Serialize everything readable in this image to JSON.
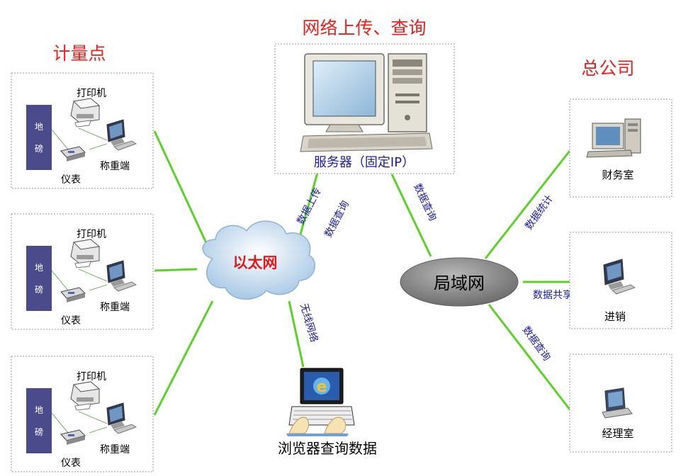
{
  "headings": {
    "metering_points": "计量点",
    "network_upload_query": "网络上传、查询",
    "head_office": "总公司"
  },
  "server": {
    "label": "服务器（固定IP）"
  },
  "weigh_station": {
    "printer": "打印机",
    "scale_char_1": "地",
    "scale_char_2": "磅",
    "meter": "仪表",
    "weigh_terminal": "称重端"
  },
  "networks": {
    "ethernet": "以太网",
    "lan": "局域网"
  },
  "links": {
    "data_upload": "数据上传",
    "data_query_ethernet": "数据查询",
    "data_query_server": "数据查询",
    "wireless_network": "无线网络",
    "data_statistics": "数据统计",
    "data_sharing": "数据共享",
    "data_query_manager": "数据查询"
  },
  "offices": {
    "finance": "财务室",
    "purchase_sales": "进销",
    "manager": "经理室"
  },
  "browser": {
    "label": "浏览器查询数据"
  },
  "colors": {
    "heading_red": "#e8201e",
    "label_blue": "#1a1aa8",
    "link_green": "#5cd12a",
    "scale_purple": "#4b4a8a",
    "ethernet_red": "#e0191b",
    "lan_gray": "#8a8a8a"
  }
}
